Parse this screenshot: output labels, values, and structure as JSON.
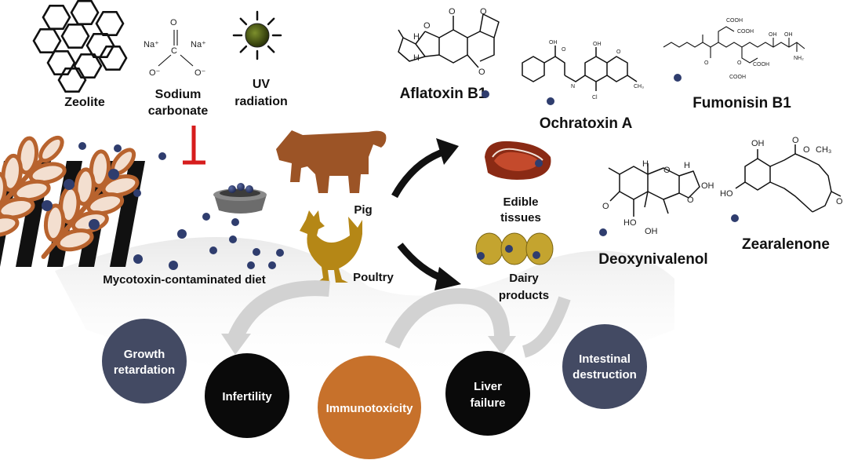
{
  "treatments": {
    "zeolite": "Zeolite",
    "sodium_carbonate": [
      "Sodium",
      "carbonate"
    ],
    "uv_radiation": [
      "UV",
      "radiation"
    ],
    "na_plus": "Na⁺",
    "o_minus": "O⁻",
    "carbon": "C",
    "oxygen": "O"
  },
  "diet": {
    "label": "Mycotoxin-contaminated diet"
  },
  "animals": {
    "pig": "Pig",
    "poultry": "Poultry"
  },
  "products": {
    "edible_tissues": [
      "Edible",
      "tissues"
    ],
    "dairy_products": [
      "Dairy",
      "products"
    ]
  },
  "mycotoxins": {
    "aflatoxin_b1": "Aflatoxin B1",
    "ochratoxin_a": "Ochratoxin A",
    "fumonisin_b1": "Fumonisin B1",
    "deoxynivalenol": "Deoxynivalenol",
    "zearalenone": "Zearalenone"
  },
  "atoms": {
    "oh": "OH",
    "o": "O",
    "h": "H",
    "ho": "HO",
    "n": "N",
    "cl": "Cl",
    "ch3": "CH₃",
    "cooh": "COOH",
    "nh2": "NH₂"
  },
  "effects": {
    "growth_retardation": [
      "Growth",
      "retardation"
    ],
    "infertility": [
      "Infertility"
    ],
    "immunotoxicity": [
      "Immunotoxicity"
    ],
    "liver_failure": [
      "Liver",
      "failure"
    ],
    "intestinal_destruction": [
      "Intestinal",
      "destruction"
    ]
  },
  "colors": {
    "toxin_dot": "#2f3d6e",
    "grain": "#b8632e",
    "pig": "#9c5426",
    "poultry": "#b58716",
    "egg": "#c4a42f",
    "meat": "#8a2a14",
    "inhibit": "#d61d1d",
    "dark_circle": "#434a63",
    "black_circle": "#0a0a0a",
    "orange_circle": "#c7712b",
    "arrow_gray": "#d2d2d2"
  }
}
